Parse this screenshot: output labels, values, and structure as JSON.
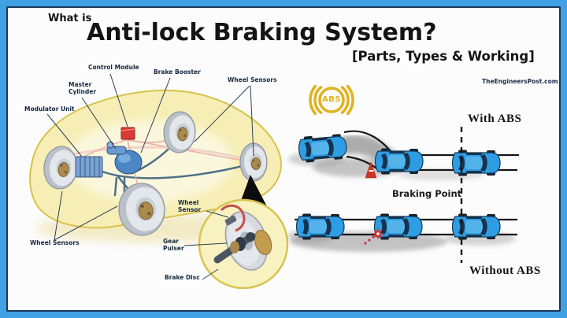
{
  "header": {
    "what_is": "What is",
    "title": "Anti-lock Braking System?",
    "subtitle": "[Parts, Types & Working]",
    "watermark": "TheEngineersPost.com"
  },
  "diagram": {
    "labels": {
      "control_module": "Control Module",
      "brake_booster": "Brake Booster",
      "wheel_sensors_top": "Wheel Sensors",
      "master_cylinder": "Master\nCylinder",
      "modulator_unit": "Modulator Unit",
      "wheel_sensors_bottom": "Wheel Sensors",
      "wheel_sensor": "Wheel\nSensor",
      "gear_pulser": "Gear\nPulser",
      "brake_disc": "Brake Disc"
    }
  },
  "comparison": {
    "abs_badge_text": "ABS",
    "with_abs_label": "With ABS",
    "braking_point_label": "Braking Point",
    "without_abs_label": "Without ABS"
  },
  "colors": {
    "frame_blue": "#42a0e5",
    "panel_border": "#17395c",
    "car_blue": "#2f9de3",
    "abs_gold": "#dfb31d",
    "alert_red": "#d93a31",
    "body_yellow": "#f6eeb5",
    "text_dark": "#141414"
  }
}
